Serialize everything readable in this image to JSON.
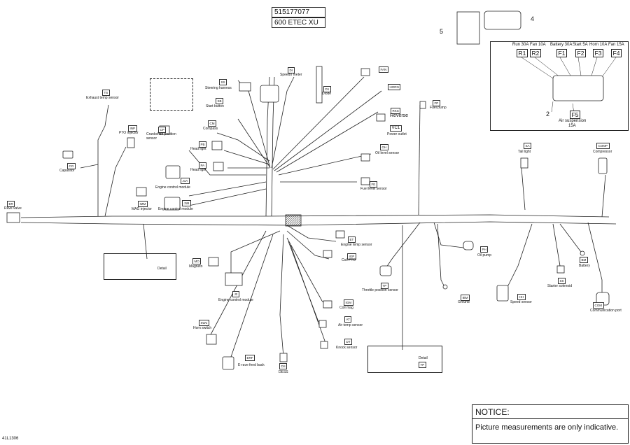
{
  "header": {
    "part_number": "515177077",
    "model": "600 ETEC XU"
  },
  "callouts": {
    "n2": "2",
    "n4": "4",
    "n5": "5"
  },
  "fuses": {
    "labels": [
      "Run 30A",
      "Fan 10A",
      "Battery 30A",
      "Start 5A",
      "Horn 10A",
      "Fan 15A"
    ],
    "codes": [
      "R1",
      "R2",
      "F1",
      "F2",
      "F3",
      "F4"
    ],
    "f5_code": "F5",
    "f5_label": "Air suspension",
    "f5_value": "15A"
  },
  "components": [
    {
      "tag": "TS",
      "label": "Exhaust temp sensor"
    },
    {
      "tag": "SS",
      "label": "Steering harness"
    },
    {
      "tag": "SB",
      "label": "Start button"
    },
    {
      "tag": "DI",
      "label": "Speedo meter"
    },
    {
      "tag": "D1",
      "label": "Diode"
    },
    {
      "tag": "FAN",
      "label": ""
    },
    {
      "tag": "HORN",
      "label": ""
    },
    {
      "tag": "FP",
      "label": "Fuel pump"
    },
    {
      "tag": "CM",
      "label": "Compass"
    },
    {
      "tag": "CP",
      "label": "Crankshaft position sensor"
    },
    {
      "tag": "INP",
      "label": "PTO injector"
    },
    {
      "tag": "CO",
      "label": "Capasitor"
    },
    {
      "tag": "PB",
      "label": "Head light"
    },
    {
      "tag": "PA",
      "label": "Head light"
    },
    {
      "tag": "RKS",
      "label": "Reverse"
    },
    {
      "tag": "VC1",
      "label": "Power outlet"
    },
    {
      "tag": "OH",
      "label": "Oil level sensor"
    },
    {
      "tag": "FE",
      "label": "Fuel level sensor"
    },
    {
      "tag": "J1A",
      "label": "Engine control module"
    },
    {
      "tag": "J1B",
      "label": "Engine control module"
    },
    {
      "tag": "IMM",
      "label": "MAG injector"
    },
    {
      "tag": "ER",
      "label": "Rave valve"
    },
    {
      "tag": "SA",
      "label": "Tail light"
    },
    {
      "tag": "COMP",
      "label": "Compressor"
    },
    {
      "tag": "ET",
      "label": "Engine temp sensor"
    },
    {
      "tag": "IGP",
      "label": "Coil PTO"
    },
    {
      "tag": "MO",
      "label": "Magneto"
    },
    {
      "tag": "J2",
      "label": "Engine control module"
    },
    {
      "tag": "TP",
      "label": "Throttle position sensor"
    },
    {
      "tag": "PH",
      "label": "Oil pump"
    },
    {
      "tag": "IBM",
      "label": "Ground"
    },
    {
      "tag": "BM",
      "label": "Battery"
    },
    {
      "tag": "SS",
      "label": "Starter solenoid"
    },
    {
      "tag": "HH",
      "label": "Speed sensor"
    },
    {
      "tag": "COM",
      "label": "Communication port"
    },
    {
      "tag": "IGM",
      "label": "Coil mag"
    },
    {
      "tag": "AT",
      "label": "Air temp sensor"
    },
    {
      "tag": "SW1",
      "label": "Horn switch"
    },
    {
      "tag": "ERF",
      "label": "E-rave feed back"
    },
    {
      "tag": "DS",
      "label": "DESS"
    },
    {
      "tag": "DT",
      "label": "Knock sensor"
    }
  ],
  "details": {
    "detail_a": "Detail",
    "detail_b": "Detail",
    "detail_b_tag": "TP"
  },
  "notice": {
    "title": "NOTICE:",
    "text": "Picture measurements are only indicative."
  },
  "ref_code": "41L1306"
}
